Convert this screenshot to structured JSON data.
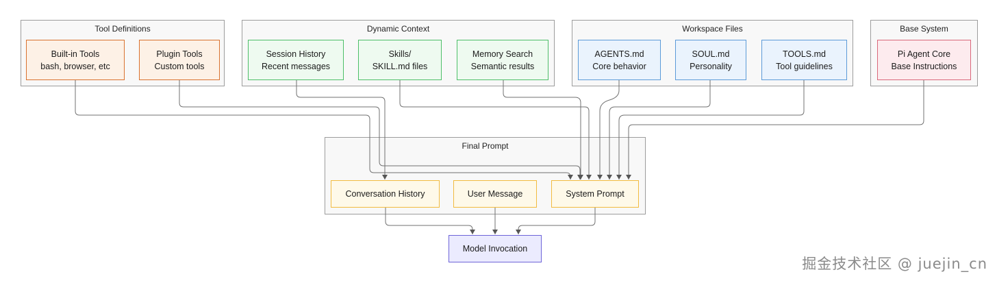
{
  "groups": {
    "tool_definitions": "Tool Definitions",
    "dynamic_context": "Dynamic Context",
    "workspace_files": "Workspace Files",
    "base_system": "Base System",
    "final_prompt": "Final Prompt"
  },
  "nodes": {
    "builtin_tools": {
      "line1": "Built-in Tools",
      "line2": "bash, browser, etc"
    },
    "plugin_tools": {
      "line1": "Plugin Tools",
      "line2": "Custom tools"
    },
    "session_history": {
      "line1": "Session History",
      "line2": "Recent messages"
    },
    "skills": {
      "line1": "Skills/",
      "line2": "SKILL.md files"
    },
    "memory_search": {
      "line1": "Memory Search",
      "line2": "Semantic results"
    },
    "agents_md": {
      "line1": "AGENTS.md",
      "line2": "Core behavior"
    },
    "soul_md": {
      "line1": "SOUL.md",
      "line2": "Personality"
    },
    "tools_md": {
      "line1": "TOOLS.md",
      "line2": "Tool guidelines"
    },
    "pi_agent_core": {
      "line1": "Pi Agent Core",
      "line2": "Base Instructions"
    },
    "conversation_history": {
      "line1": "Conversation History"
    },
    "user_message": {
      "line1": "User Message"
    },
    "system_prompt": {
      "line1": "System Prompt"
    },
    "model_invocation": {
      "line1": "Model Invocation"
    }
  },
  "colors": {
    "tool": "#d9712e",
    "context": "#4dbe68",
    "workspace": "#5b9ad8",
    "base": "#d9677a",
    "final": "#f2bb3e",
    "model": "#6d63d8"
  },
  "watermark": "掘金技术社区 @ juejin_cn"
}
